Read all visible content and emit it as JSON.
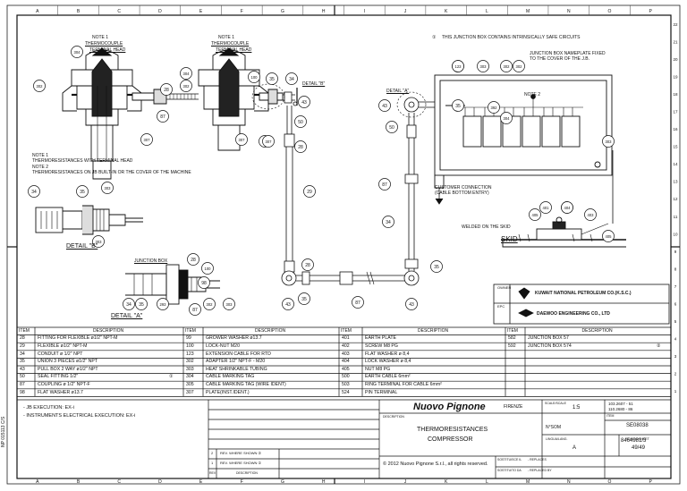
{
  "grid": {
    "cols": [
      "A",
      "B",
      "C",
      "D",
      "E",
      "F",
      "G",
      "H",
      "I",
      "J",
      "K",
      "L",
      "M",
      "N",
      "O",
      "P"
    ],
    "rows": [
      "22",
      "21",
      "20",
      "19",
      "18",
      "17",
      "16",
      "15",
      "14",
      "13",
      "12",
      "11",
      "10",
      "9",
      "8",
      "7",
      "6",
      "5",
      "4",
      "3",
      "2",
      "1"
    ]
  },
  "notes": {
    "note1_a": "NOTE 1",
    "note1_b": "THERMOCOUPLE",
    "head_label": "TERMINAL HEAD",
    "legend1": "NOTE 1",
    "legend1_text": "THERMORESISTANCES WITH TERMINAL HEAD",
    "legend2": "NOTE 2",
    "legend2_text": "THERMORESISTANCES ON JB BUILT-IN OR THE COVER OF THE MACHINE",
    "jb_note_mark": "①",
    "jb_note": "THIS JUNCTION BOX CONTAINS INTRINSICALLY SAFE CIRCUITS",
    "jb_fix": "JUNCTION BOX NAMEPLATE FIXED",
    "jb_fix2": "TO THE COVER OF THE J.B.",
    "note2_jb": "NOTE 2",
    "customer": "CUSTOMER CONNECTION",
    "customer2": "(CABLE BOTTOM ENTRY)",
    "welded": "WELDED ON THE SKID",
    "skid": "SKID",
    "detail_a": "DETAIL \"A\"",
    "detail_b": "DETAIL \"B\"",
    "detail_a_ref": "DETAIL \"A\"",
    "detail_b_ref": "DETAIL \"B\"",
    "junction_box": "JUNCTION BOX"
  },
  "balloons": {
    "b1": "304",
    "b2": "302",
    "b3": "304",
    "b4": "302",
    "b5": "28",
    "b6": "87",
    "b7": "307",
    "b8": "307",
    "b9": "98",
    "b10": "100",
    "b11": "307",
    "b12": "35",
    "b13": "34",
    "b14": "43",
    "b15": "50",
    "b16": "28",
    "b17": "29",
    "b18": "28",
    "b19": "35",
    "b20": "43",
    "b21": "35",
    "b22": "87",
    "b23": "34",
    "b24": "43",
    "b25": "43",
    "b26": "50",
    "b27": "87",
    "b28": "34",
    "b29": "35",
    "b30": "123",
    "b31": "303",
    "b32": "302",
    "b33": "302",
    "b34": "392",
    "b35": "304",
    "b36": "303",
    "b37": "405",
    "b38": "401",
    "b39": "402",
    "b40": "403",
    "b41": "405",
    "b42": "404",
    "db1": "34",
    "db2": "35",
    "db3": "303",
    "db4": "303",
    "da1": "28",
    "da2": "100",
    "da3": "98",
    "da4": "87",
    "da5": "34",
    "da6": "35",
    "da7": "293",
    "da8": "302",
    "da9": "303"
  },
  "company": {
    "owner_label": "OWNER",
    "owner": "KUWAIT NATIONAL PETROLEUM CO.(K.S.C.)",
    "epc_label": "EPC",
    "epc": "DAEWOO ENGINEERING CO., LTD"
  },
  "parts": {
    "headers": {
      "item": "ITEM",
      "desc": "DESCRIPTION"
    },
    "col1": [
      {
        "item": "28",
        "desc": "FITTING FOR FLEXIBLE ø1/2\" NPT-M"
      },
      {
        "item": "29",
        "desc": "FLEXIBLE ø1/2\" NPT-M"
      },
      {
        "item": "34",
        "desc": "CONDUIT ø 1/2\" NPT"
      },
      {
        "item": "35",
        "desc": "UNION 3 PIECES ø1/2\" NPT"
      },
      {
        "item": "43",
        "desc": "PULL BOX 2 WAY ø1/2\" NPT"
      },
      {
        "item": "50",
        "desc": "SEAL FITTING 1/2\"",
        "mark": "①"
      },
      {
        "item": "87",
        "desc": "COUPLING ø 1/2\" NPT-F"
      },
      {
        "item": "98",
        "desc": "FLAT WASHER ø13.7"
      }
    ],
    "col2": [
      {
        "item": "99",
        "desc": "GROWER WASHER ø13.7"
      },
      {
        "item": "100",
        "desc": "LOCK-NUT M20"
      },
      {
        "item": "123",
        "desc": "EXTENSION CABLE FOR RTD"
      },
      {
        "item": "302",
        "desc": "ADAPTER 1/2\" NPT-F - M20"
      },
      {
        "item": "303",
        "desc": "HEAT SHRINKABLE TUBING"
      },
      {
        "item": "304",
        "desc": "CABLE MARKING TAG"
      },
      {
        "item": "305",
        "desc": "CABLE MARKING TAG (WIRE IDENT)"
      },
      {
        "item": "307",
        "desc": "PLATE(INST.IDENT.)"
      }
    ],
    "col3": [
      {
        "item": "401",
        "desc": "EARTH PLATE"
      },
      {
        "item": "402",
        "desc": "SCREW M8 PG"
      },
      {
        "item": "403",
        "desc": "FLAT WASHER ø 8,4"
      },
      {
        "item": "404",
        "desc": "LOCK WASHER ø 8,4"
      },
      {
        "item": "405",
        "desc": "NUT M8 PG"
      },
      {
        "item": "500",
        "desc": "EARTH CABLE 6mm²"
      },
      {
        "item": "503",
        "desc": "RING TERMINAL FOR CABLE 6mm²"
      },
      {
        "item": "524",
        "desc": "PIN TERMINAL"
      }
    ],
    "col4": [
      {
        "item": "582",
        "desc": "JUNCTION BOX 57"
      },
      {
        "item": "592",
        "desc": "JUNCTION BOX 574",
        "mark": "②"
      }
    ]
  },
  "revisions": {
    "rows": [
      {
        "rev": "2",
        "text": "REV. WHERE SHOWN ②"
      },
      {
        "rev": "1",
        "text": "REV. WHERE SHOWN ①"
      }
    ],
    "rev_label": "REV",
    "desc_label": "DESCRIPTION"
  },
  "execution": {
    "jb": "- JB EXECUTION:   EX-i",
    "instruments": "- INSTRUMENTS ELECTRICAL EXECUTION:  EX-i"
  },
  "title_block": {
    "company": "Nuovo Pignone",
    "italy": "FIRENZE",
    "descr_label": "DESCRIPTION",
    "title1": "THERMORESISTANCES",
    "title2": "COMPRESSOR",
    "copyright": "© 2012 Nuovo Pignone S.r.l., all rights reserved.",
    "sost_label": "SOSTITUISCE IL",
    "sost2": "SOSTITUITO DA",
    "sost_text": "- REPLACES",
    "sost_text2": "- REPLACED BY",
    "scale_label": "SCALE/SCALE",
    "scale": "1:5",
    "ref_codes": "103.2607 - 51",
    "ref_codes2": "110.2680 - 86",
    "item_label": "ITEM",
    "item_code": "SE08038",
    "nsom_label": "N°SOM",
    "doc_no": "8464981/3",
    "lang_label": "LINGUA/LANG.",
    "lang": "A",
    "sheet_label": "FOGLIO/SHEET",
    "sheet": "49/49"
  },
  "side_label": "NP 015113 C/S"
}
